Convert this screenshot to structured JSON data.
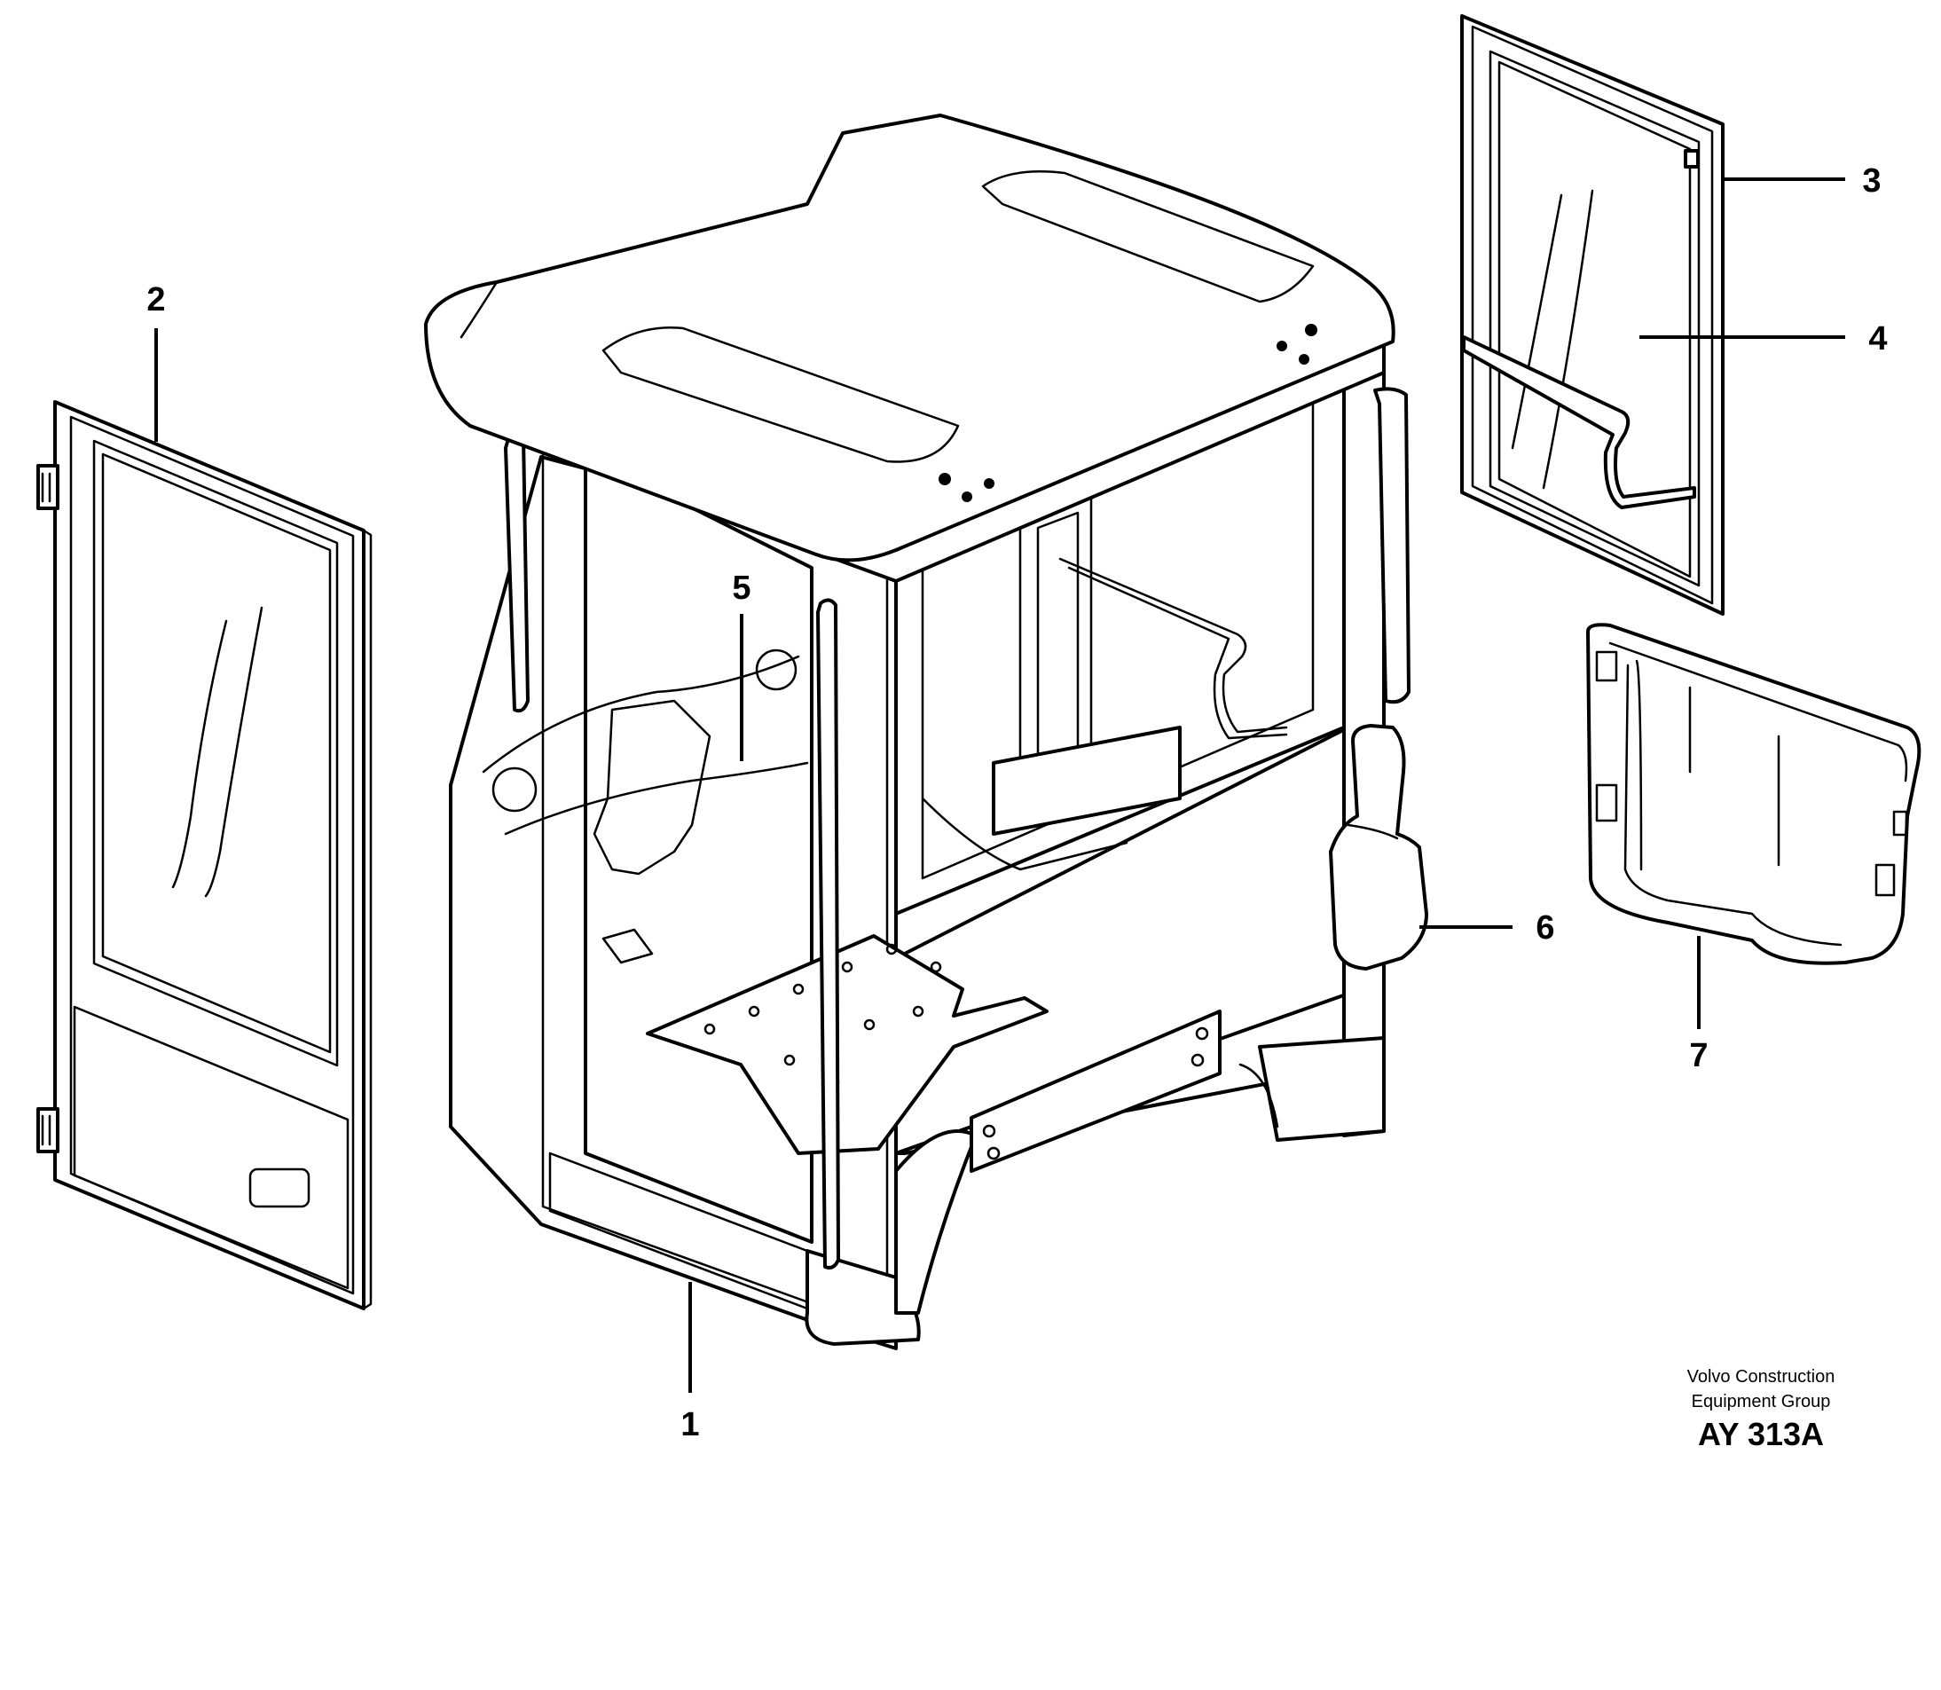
{
  "figure": {
    "callouts": [
      {
        "id": "1",
        "part": "cab-frame"
      },
      {
        "id": "2",
        "part": "door"
      },
      {
        "id": "3",
        "part": "side-window-frame"
      },
      {
        "id": "4",
        "part": "side-window-glass"
      },
      {
        "id": "5",
        "part": "interior-panel"
      },
      {
        "id": "6",
        "part": "mirror"
      },
      {
        "id": "7",
        "part": "rear-panel"
      }
    ],
    "credit": {
      "company_line1": "Volvo Construction",
      "company_line2": "Equipment Group",
      "drawing_code": "AY 313A"
    }
  }
}
